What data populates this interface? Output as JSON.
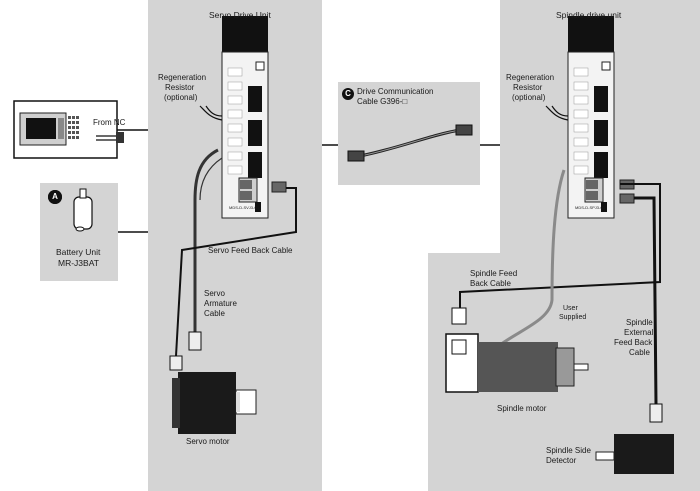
{
  "labels": {
    "servo_drive_unit": "Servo Drive Unit",
    "spindle_drive_unit": "Spindle drive unit",
    "regen_left_1": "Regeneration",
    "regen_left_2": "Resistor",
    "regen_left_3": "(optional)",
    "regen_right_1": "Regeneration",
    "regen_right_2": "Resistor",
    "regen_right_3": "(optional)",
    "drive_comm_1": "Drive Communication",
    "drive_comm_2": "Cable G396-□",
    "from_nc": "From NC",
    "battery_1": "Battery Unit",
    "battery_2": "MR-J3BAT",
    "servo_fb_cable": "Servo Feed Back Cable",
    "servo_arm_1": "Servo",
    "servo_arm_2": "Armature",
    "servo_arm_3": "Cable",
    "servo_motor": "Servo motor",
    "spindle_fb_1": "Spindle Feed",
    "spindle_fb_2": "Back Cable",
    "user_supplied_1": "User",
    "user_supplied_2": "Supplied",
    "spindle_ext_1": "Spindle",
    "spindle_ext_2": "External",
    "spindle_ext_3": "Feed Back",
    "spindle_ext_4": "Cable",
    "spindle_motor": "Spindle motor",
    "spindle_detector_1": "Spindle Side",
    "spindle_detector_2": "Detector",
    "unit_model_left": "MDS-D-SVJ3-03",
    "unit_model_right": "MDS-D-SPJ3-03"
  },
  "badges": {
    "battery": "A",
    "drive_comm": "C"
  },
  "colors": {
    "panel": "#d4d4d4",
    "cable": "#111111",
    "gray_cable": "#8a8a8a"
  }
}
